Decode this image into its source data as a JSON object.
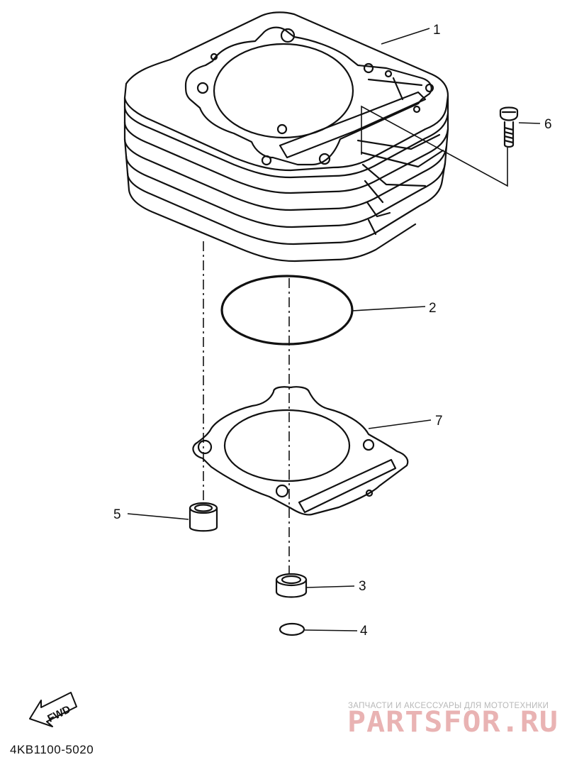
{
  "callouts": {
    "part_1": "1",
    "part_2": "2",
    "part_3": "3",
    "part_4": "4",
    "part_5": "5",
    "part_6": "6",
    "part_7": "7"
  },
  "fwd_label": "FWD",
  "diagram_code": "4KB1100-5020",
  "watermark": {
    "tagline": "ЗАПЧАСТИ И АКСЕССУАРЫ ДЛЯ МОТОТЕХНИКИ",
    "brand": "PARTSFOR.RU"
  },
  "colors": {
    "line": "#111111",
    "watermark_brand": "#e9b3b3",
    "watermark_tagline": "#b8b8b8"
  }
}
